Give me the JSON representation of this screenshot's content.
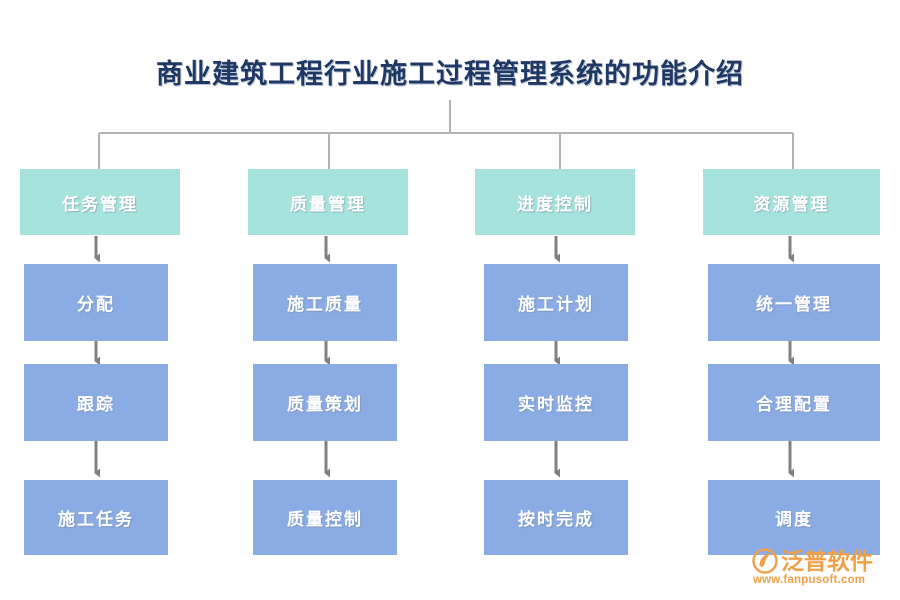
{
  "title": "商业建筑工程行业施工过程管理系统的功能介绍",
  "colors": {
    "title_text": "#1f3864",
    "head_box": "#a6e3dd",
    "sub_box": "#8aabe4",
    "box_text": "#ffffff",
    "connector": "#b3b3b3",
    "arrow": "#808080",
    "logo": "#f0a048",
    "background": "#ffffff"
  },
  "columns": [
    {
      "head": "任务管理",
      "steps": [
        "分配",
        "跟踪",
        "施工任务"
      ]
    },
    {
      "head": "质量管理",
      "steps": [
        "施工质量",
        "质量策划",
        "质量控制"
      ]
    },
    {
      "head": "进度控制",
      "steps": [
        "施工计划",
        "实时监控",
        "按时完成"
      ]
    },
    {
      "head": "资源管理",
      "steps": [
        "统一管理",
        "合理配置",
        "调度"
      ]
    }
  ],
  "logo": {
    "name": "泛普软件",
    "url": "www.fanpusoft.com"
  }
}
